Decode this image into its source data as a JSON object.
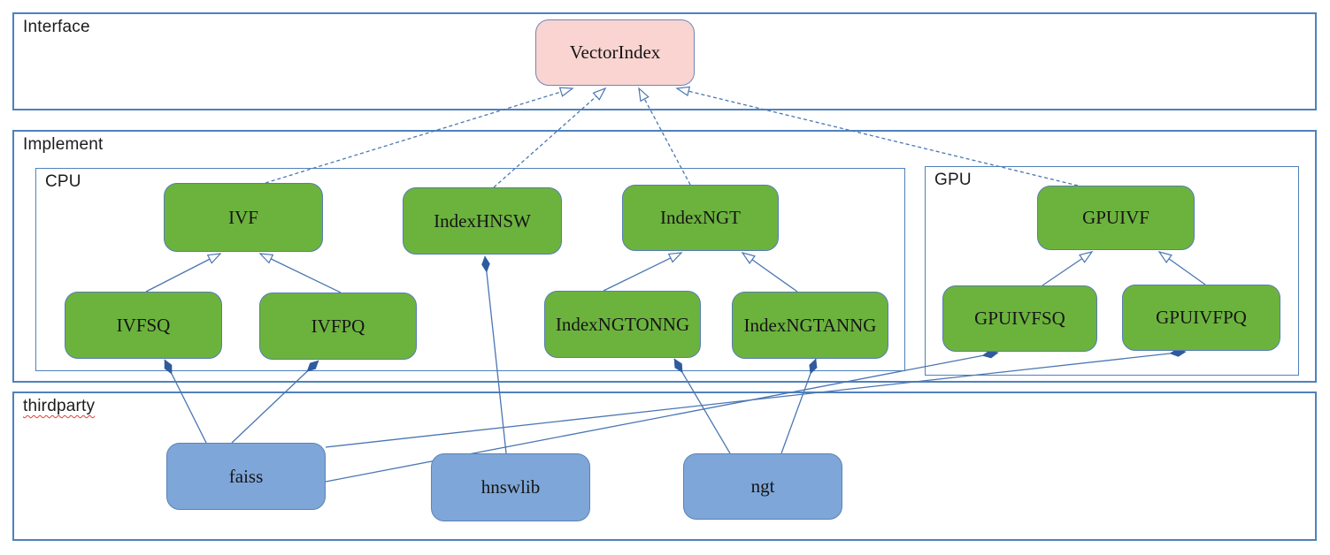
{
  "diagram": {
    "containers": {
      "interface": {
        "label": "Interface"
      },
      "implement": {
        "label": "Implement"
      },
      "cpu": {
        "label": "CPU"
      },
      "gpu": {
        "label": "GPU"
      },
      "thirdparty": {
        "label": "thirdparty"
      }
    },
    "nodes": {
      "vectorindex": {
        "label": "VectorIndex"
      },
      "ivf": {
        "label": "IVF"
      },
      "indexhnsw": {
        "label": "IndexHNSW"
      },
      "indexngt": {
        "label": "IndexNGT"
      },
      "gpuivf": {
        "label": "GPUIVF"
      },
      "ivfsq": {
        "label": "IVFSQ"
      },
      "ivfpq": {
        "label": "IVFPQ"
      },
      "indexngtonng": {
        "label": "IndexNGTONNG"
      },
      "indexngtanng": {
        "label": "IndexNGTANNG"
      },
      "gpuivfsq": {
        "label": "GPUIVFSQ"
      },
      "gpuivfpq": {
        "label": "GPUIVFPQ"
      },
      "faiss": {
        "label": "faiss"
      },
      "hnswlib": {
        "label": "hnswlib"
      },
      "ngt": {
        "label": "ngt"
      }
    },
    "edges": [
      {
        "from": "IVF",
        "to": "VectorIndex",
        "type": "realization"
      },
      {
        "from": "IndexHNSW",
        "to": "VectorIndex",
        "type": "realization"
      },
      {
        "from": "IndexNGT",
        "to": "VectorIndex",
        "type": "realization"
      },
      {
        "from": "GPUIVF",
        "to": "VectorIndex",
        "type": "realization"
      },
      {
        "from": "IVFSQ",
        "to": "IVF",
        "type": "inheritance"
      },
      {
        "from": "IVFPQ",
        "to": "IVF",
        "type": "inheritance"
      },
      {
        "from": "IndexNGTONNG",
        "to": "IndexNGT",
        "type": "inheritance"
      },
      {
        "from": "IndexNGTANNG",
        "to": "IndexNGT",
        "type": "inheritance"
      },
      {
        "from": "GPUIVFSQ",
        "to": "GPUIVF",
        "type": "inheritance"
      },
      {
        "from": "GPUIVFPQ",
        "to": "GPUIVF",
        "type": "inheritance"
      },
      {
        "from": "IndexHNSW",
        "to": "hnswlib",
        "type": "composition"
      },
      {
        "from": "IVFSQ",
        "to": "faiss",
        "type": "composition"
      },
      {
        "from": "IVFPQ",
        "to": "faiss",
        "type": "composition"
      },
      {
        "from": "IndexNGTONNG",
        "to": "ngt",
        "type": "composition"
      },
      {
        "from": "IndexNGTANNG",
        "to": "ngt",
        "type": "composition"
      },
      {
        "from": "GPUIVFSQ",
        "to": "faiss",
        "type": "composition"
      },
      {
        "from": "GPUIVFPQ",
        "to": "faiss",
        "type": "composition"
      }
    ],
    "colors": {
      "line_blue": "#4a76b2",
      "frame_border": "#4f81bd",
      "node_green": "#6cb33e",
      "node_pink": "#f9d4d1",
      "node_blue": "#7ea6d8",
      "diamond_fill": "#2f5b9e",
      "squiggle_red": "#e03c31"
    }
  }
}
